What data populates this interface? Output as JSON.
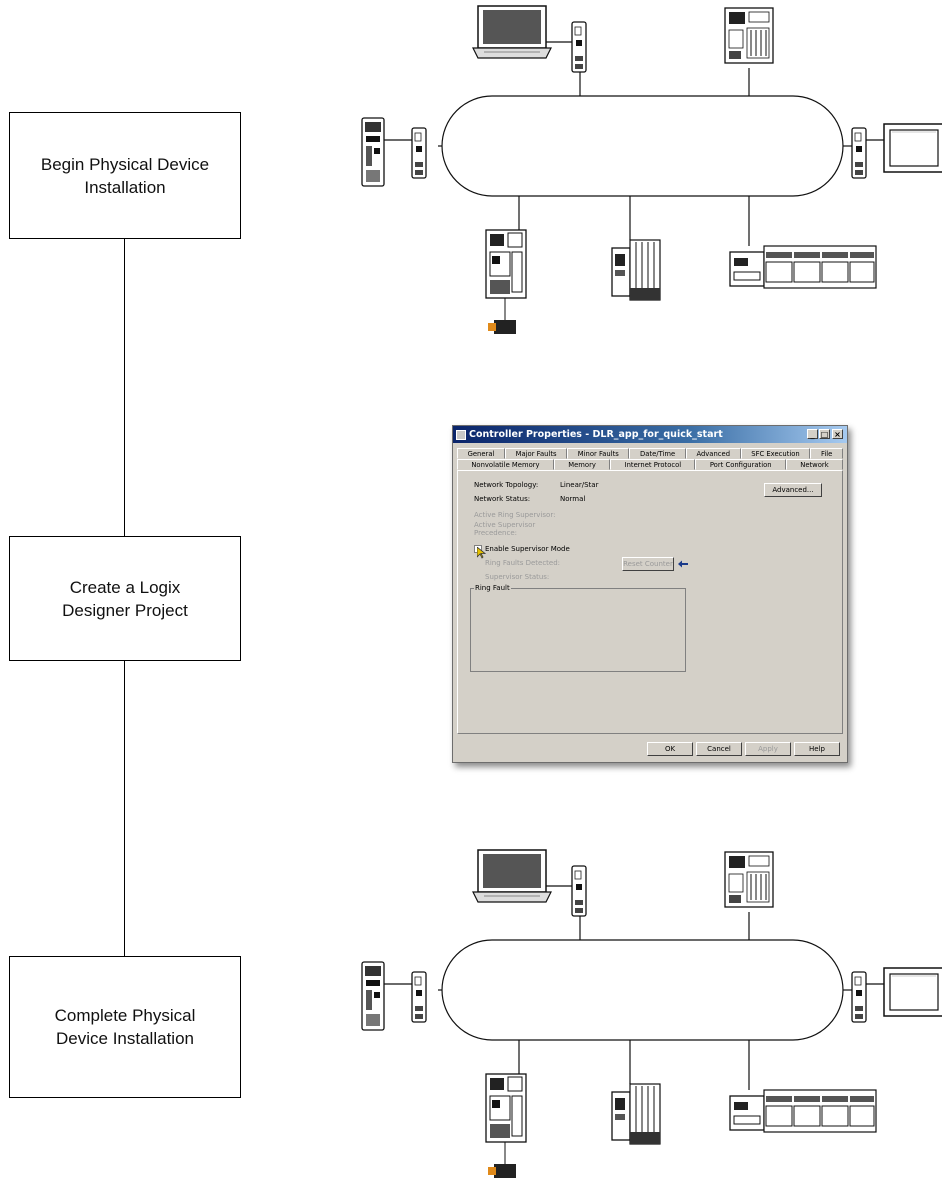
{
  "flow": {
    "step1": "Begin Physical Device\nInstallation",
    "step2": "Create a Logix\nDesigner Project",
    "step3": "Complete Physical\nDevice Installation"
  },
  "dialog": {
    "title": "Controller Properties - DLR_app_for_quick_start",
    "tabs_row1": [
      "General",
      "Major Faults",
      "Minor Faults",
      "Date/Time",
      "Advanced",
      "SFC Execution",
      "File"
    ],
    "tabs_row2": [
      "Nonvolatile Memory",
      "Memory",
      "Internet Protocol",
      "Port Configuration",
      "Network"
    ],
    "network_topology_label": "Network Topology:",
    "network_topology_value": "Linear/Star",
    "network_status_label": "Network Status:",
    "network_status_value": "Normal",
    "active_ring_supervisor_label": "Active Ring Supervisor:",
    "active_supervisor_precedence_label": "Active Supervisor\nPrecedence:",
    "enable_supervisor_label": "Enable Supervisor Mode",
    "ring_faults_detected_label": "Ring Faults Detected:",
    "supervisor_status_label": "Supervisor Status:",
    "ring_fault_group_label": "Ring Fault",
    "advanced_button": "Advanced...",
    "reset_counter_button": "Reset Counter",
    "ok_button": "OK",
    "cancel_button": "Cancel",
    "apply_button": "Apply",
    "help_button": "Help"
  },
  "colors": {
    "title_bar": "#0a246a",
    "dialog_face": "#d4d0c8",
    "motor_orange": "#e08a1a"
  }
}
